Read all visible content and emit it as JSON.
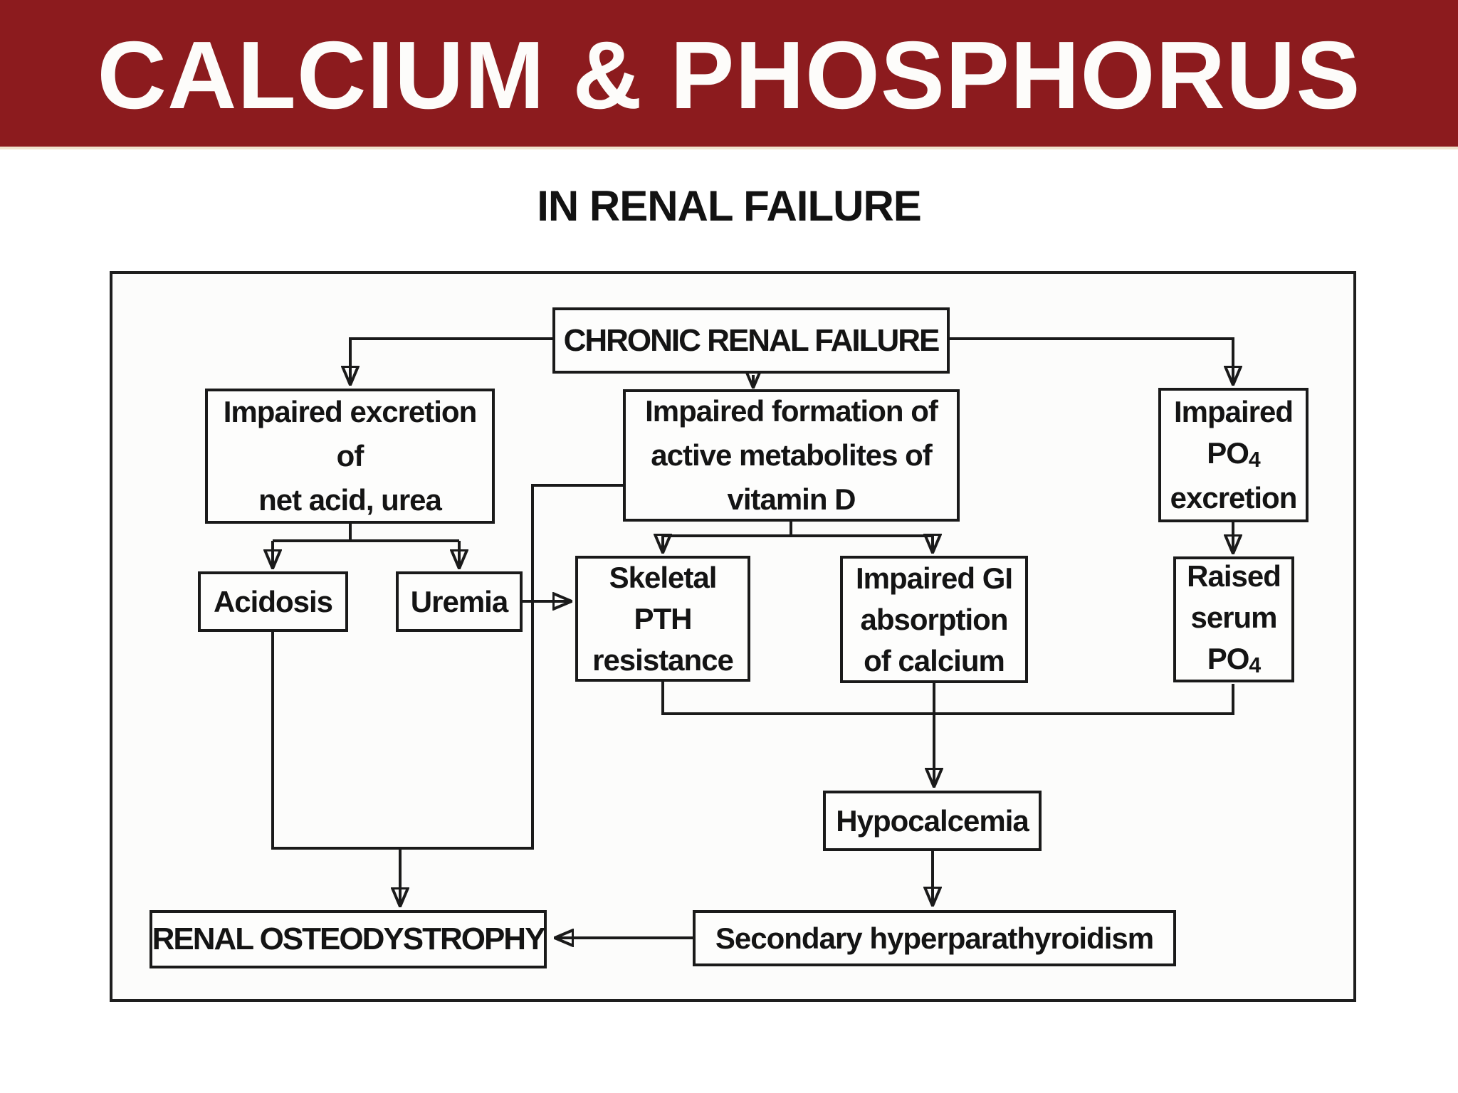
{
  "banner": {
    "title": "CALCIUM & PHOSPHORUS",
    "bg_color": "#8c1b1e",
    "text_color": "#fdfcfa"
  },
  "subtitle": "IN RENAL FAILURE",
  "diagram": {
    "ink_color": "#1a1a1a",
    "nodes": {
      "chronic": {
        "label": "CHRONIC RENAL FAILURE"
      },
      "impaired_excretion": {
        "line1": "Impaired excretion",
        "line2": "of",
        "line3": "net acid, urea"
      },
      "vitamin_d": {
        "line1": "Impaired formation of",
        "line2": "active metabolites of",
        "line3": "vitamin D"
      },
      "po4_excretion": {
        "line1": "Impaired",
        "po_main": "PO",
        "po_sub": "4",
        "line3": "excretion"
      },
      "acidosis": {
        "label": "Acidosis"
      },
      "uremia": {
        "label": "Uremia"
      },
      "skeletal": {
        "line1": "Skeletal",
        "line2": "PTH",
        "line3": "resistance"
      },
      "gi_absorption": {
        "line1": "Impaired GI",
        "line2": "absorption",
        "line3": "of calcium"
      },
      "raised_po4": {
        "line1": "Raised",
        "line2": "serum",
        "po_main": "PO",
        "po_sub": "4"
      },
      "hypocalcemia": {
        "label": "Hypocalcemia"
      },
      "secondary": {
        "label": "Secondary hyperparathyroidism"
      },
      "renal_osteodystrophy": {
        "label": "RENAL OSTEODYSTROPHY"
      }
    },
    "edges": [
      {
        "from": "chronic",
        "to": "impaired_excretion"
      },
      {
        "from": "chronic",
        "to": "vitamin_d"
      },
      {
        "from": "chronic",
        "to": "po4_excretion"
      },
      {
        "from": "impaired_excretion",
        "to": "acidosis"
      },
      {
        "from": "impaired_excretion",
        "to": "uremia"
      },
      {
        "from": "vitamin_d",
        "to": "skeletal"
      },
      {
        "from": "vitamin_d",
        "to": "gi_absorption"
      },
      {
        "from": "vitamin_d",
        "to": "renal_osteodystrophy"
      },
      {
        "from": "po4_excretion",
        "to": "raised_po4"
      },
      {
        "from": "uremia",
        "to": "skeletal"
      },
      {
        "from": "skeletal",
        "to": "hypocalcemia"
      },
      {
        "from": "gi_absorption",
        "to": "hypocalcemia"
      },
      {
        "from": "raised_po4",
        "to": "hypocalcemia"
      },
      {
        "from": "acidosis",
        "to": "renal_osteodystrophy"
      },
      {
        "from": "hypocalcemia",
        "to": "secondary"
      },
      {
        "from": "secondary",
        "to": "renal_osteodystrophy"
      }
    ]
  }
}
